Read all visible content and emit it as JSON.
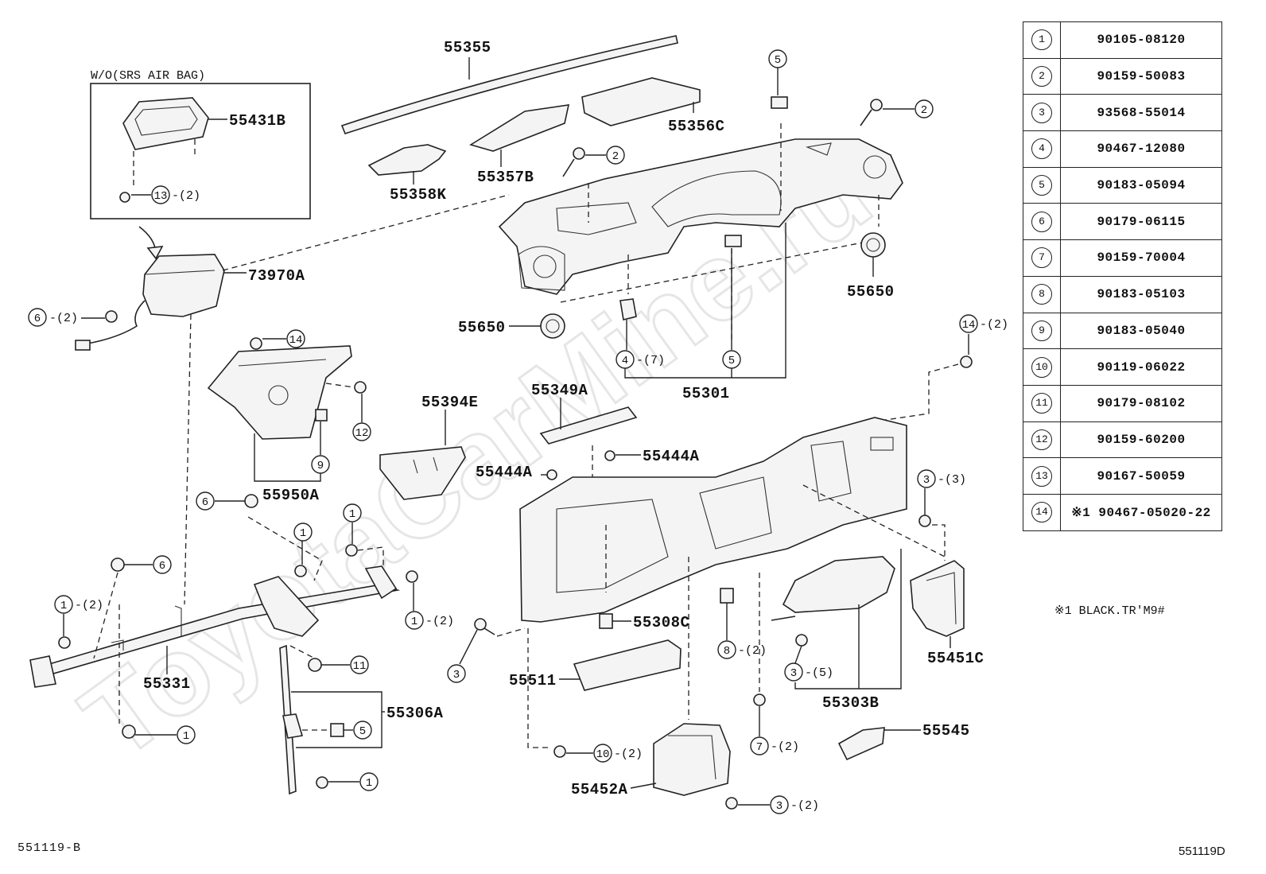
{
  "watermark": "ToyotaCarMine.ru",
  "inset_label": "W/O(SRS AIR BAG)",
  "parts": {
    "p55355": "55355",
    "p55431B": "55431B",
    "p55356C": "55356C",
    "p55357B": "55357B",
    "p55358K": "55358K",
    "p73970A": "73970A",
    "p55650a": "55650",
    "p55650b": "55650",
    "p55301": "55301",
    "p55394E": "55394E",
    "p55349A": "55349A",
    "p55444Aa": "55444A",
    "p55444Ab": "55444A",
    "p55950A": "55950A",
    "p55331": "55331",
    "p55306A": "55306A",
    "p55308C": "55308C",
    "p55511": "55511",
    "p55452A": "55452A",
    "p55303B": "55303B",
    "p55545": "55545",
    "p55451C": "55451C"
  },
  "qty": {
    "q2": "-(2)",
    "q3": "-(3)",
    "q5": "-(5)",
    "q7": "-(7)"
  },
  "legend": [
    {
      "no": "1",
      "code": "90105-08120"
    },
    {
      "no": "2",
      "code": "90159-50083"
    },
    {
      "no": "3",
      "code": "93568-55014"
    },
    {
      "no": "4",
      "code": "90467-12080"
    },
    {
      "no": "5",
      "code": "90183-05094"
    },
    {
      "no": "6",
      "code": "90179-06115"
    },
    {
      "no": "7",
      "code": "90159-70004"
    },
    {
      "no": "8",
      "code": "90183-05103"
    },
    {
      "no": "9",
      "code": "90183-05040"
    },
    {
      "no": "10",
      "code": "90119-06022"
    },
    {
      "no": "11",
      "code": "90179-08102"
    },
    {
      "no": "12",
      "code": "90159-60200"
    },
    {
      "no": "13",
      "code": "90167-50059"
    },
    {
      "no": "14",
      "code": "※1 90467-05020-22"
    }
  ],
  "note": "※1  BLACK.TR'M9#",
  "figure_ids": {
    "left": "551119-B",
    "right": "551119D"
  }
}
